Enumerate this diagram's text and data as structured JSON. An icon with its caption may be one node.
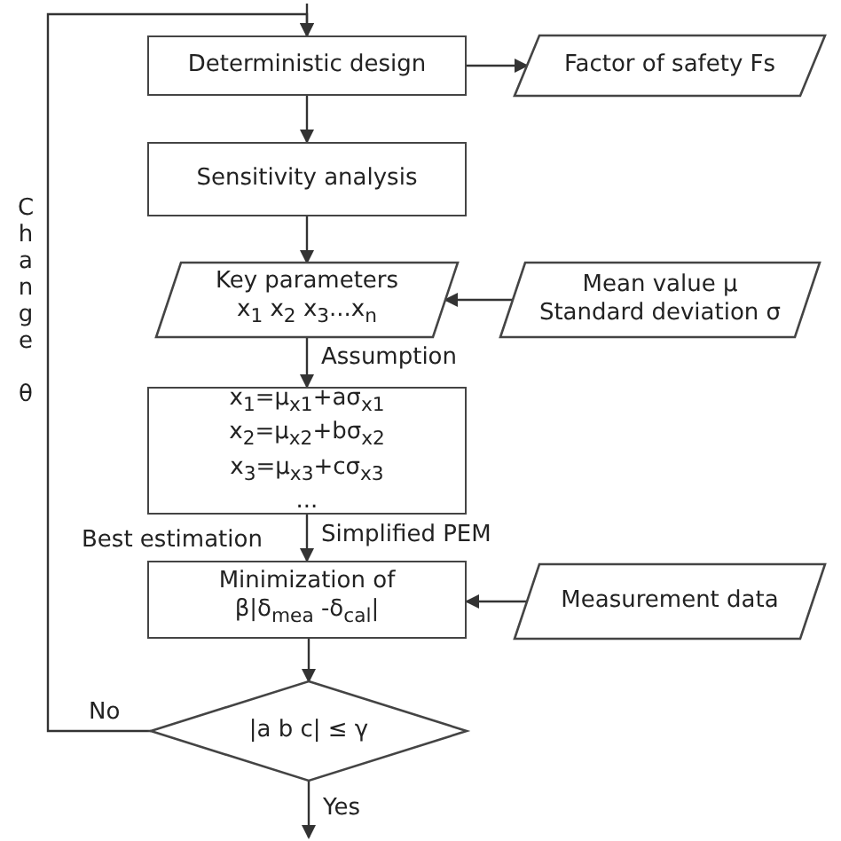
{
  "diagram": {
    "nodes": [
      {
        "text": [
          "Deterministic design"
        ]
      },
      {
        "text": [
          "Factor of safety Fs"
        ]
      },
      {
        "text": [
          "Sensitivity analysis"
        ]
      },
      {
        "text": [
          "Key parameters",
          "x$_{1}$ x$_{2}$ x$_{3}$...x$_{n}$"
        ]
      },
      {
        "text": [
          "Mean value μ",
          "Standard deviation σ"
        ]
      },
      {
        "text": [
          "x$_{1}$=μ$_{x1}$+aσ$_{x1}$",
          "x$_{2}$=μ$_{x2}$+bσ$_{x2}$",
          "x$_{3}$=μ$_{x3}$+cσ$_{x3}$",
          "..."
        ]
      },
      {
        "text": [
          "Minimization of",
          "β|δ$_{mea}$ -δ$_{cal}$|"
        ]
      },
      {
        "text": [
          "Measurement data"
        ]
      },
      {
        "text": [
          "|a b c| ≤ γ"
        ]
      }
    ],
    "edges": [
      {
        "from": null,
        "to": 0,
        "arrow": "to"
      },
      {
        "from": 0,
        "to": 1,
        "arrow": "to"
      },
      {
        "from": 0,
        "to": 2,
        "arrow": "to"
      },
      {
        "from": 2,
        "to": 3,
        "arrow": "to"
      },
      {
        "from": 4,
        "to": 3,
        "arrow": "to"
      },
      {
        "from": 3,
        "to": 5,
        "label": "Assumption",
        "arrow": "to"
      },
      {
        "from": 5,
        "to": 6,
        "label": "Simplified PEM",
        "arrow": "to"
      },
      {
        "from": 7,
        "to": 6,
        "arrow": "to"
      },
      {
        "from": 6,
        "to": 8,
        "arrow": "to"
      },
      {
        "from": 8,
        "to": 0,
        "label": "No",
        "arrow": "to"
      },
      {
        "from": 8,
        "to": null,
        "label": "Yes",
        "arrow": "to"
      }
    ],
    "labels": [
      "Change θ",
      "Best estimation"
    ]
  }
}
